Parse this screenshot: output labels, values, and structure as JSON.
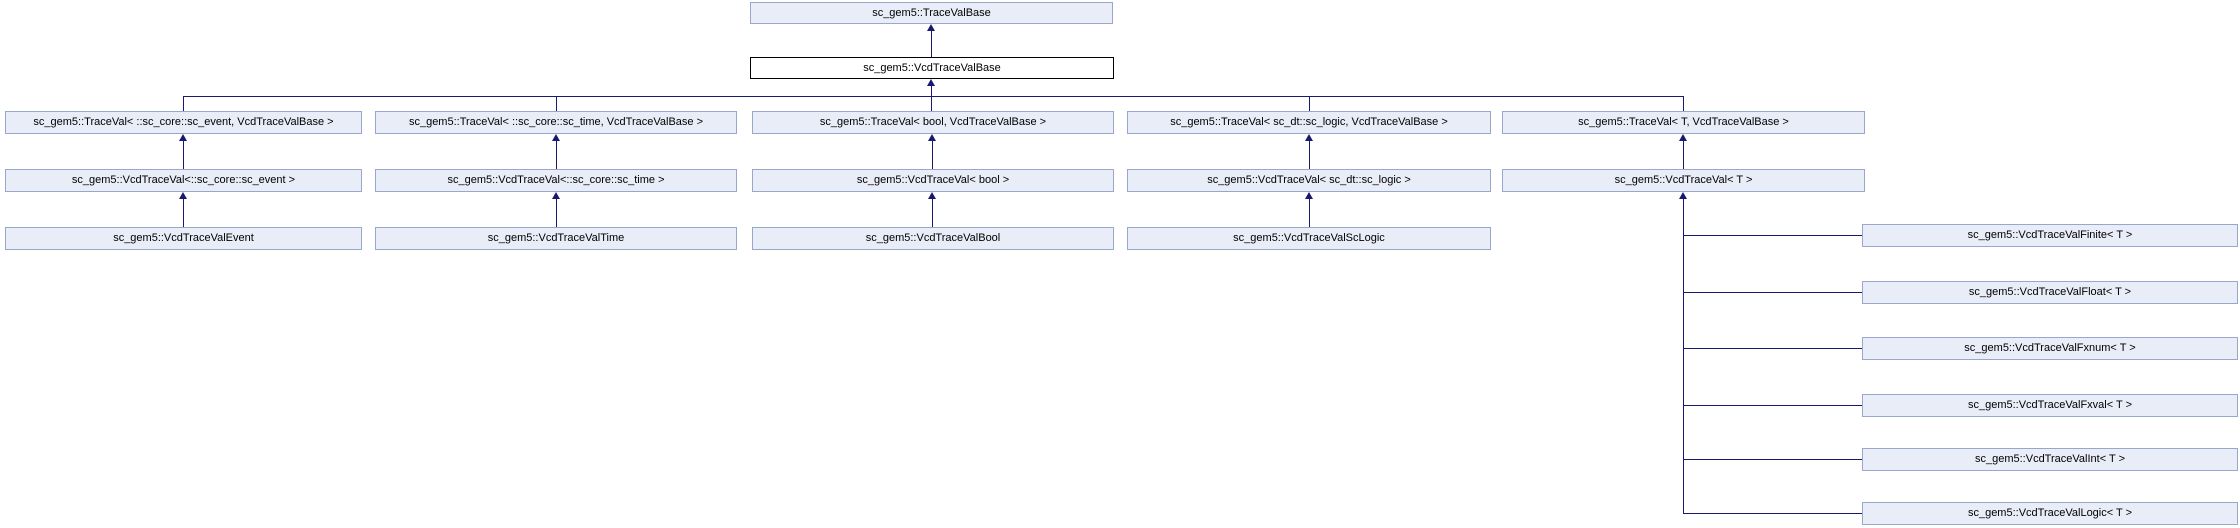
{
  "colors": {
    "node_fill": "#e8edf7",
    "node_border": "#9aa7cc",
    "current_node_fill": "#ffffff",
    "current_node_border": "#000000",
    "edge": "#191970"
  },
  "graph": {
    "root": {
      "label": "sc_gem5::TraceValBase"
    },
    "current": {
      "label": "sc_gem5::VcdTraceValBase"
    },
    "template_row": [
      {
        "label": "sc_gem5::TraceVal< ::sc_core::sc_event, VcdTraceValBase >"
      },
      {
        "label": "sc_gem5::TraceVal< ::sc_core::sc_time, VcdTraceValBase >"
      },
      {
        "label": "sc_gem5::TraceVal< bool, VcdTraceValBase >"
      },
      {
        "label": "sc_gem5::TraceVal< sc_dt::sc_logic, VcdTraceValBase >"
      },
      {
        "label": "sc_gem5::TraceVal< T, VcdTraceValBase >"
      }
    ],
    "specialization_row": [
      {
        "label": "sc_gem5::VcdTraceVal<::sc_core::sc_event >"
      },
      {
        "label": "sc_gem5::VcdTraceVal<::sc_core::sc_time >"
      },
      {
        "label": "sc_gem5::VcdTraceVal< bool >"
      },
      {
        "label": "sc_gem5::VcdTraceVal< sc_dt::sc_logic >"
      },
      {
        "label": "sc_gem5::VcdTraceVal< T >"
      }
    ],
    "concrete_row": [
      {
        "label": "sc_gem5::VcdTraceValEvent"
      },
      {
        "label": "sc_gem5::VcdTraceValTime"
      },
      {
        "label": "sc_gem5::VcdTraceValBool"
      },
      {
        "label": "sc_gem5::VcdTraceValScLogic"
      }
    ],
    "generic_children": [
      {
        "label": "sc_gem5::VcdTraceValFinite< T >"
      },
      {
        "label": "sc_gem5::VcdTraceValFloat< T >"
      },
      {
        "label": "sc_gem5::VcdTraceValFxnum< T >"
      },
      {
        "label": "sc_gem5::VcdTraceValFxval< T >"
      },
      {
        "label": "sc_gem5::VcdTraceValInt< T >"
      },
      {
        "label": "sc_gem5::VcdTraceValLogic< T >"
      }
    ]
  }
}
